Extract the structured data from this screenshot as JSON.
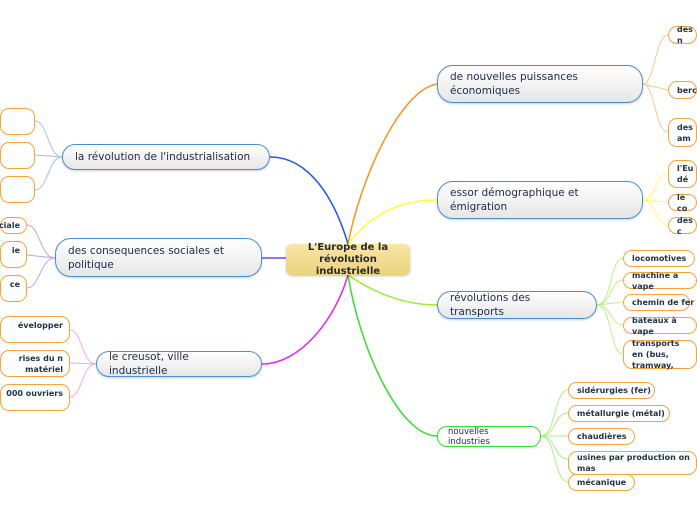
{
  "center": {
    "line1": "L'Europe de la",
    "line2": "révolution industrielle"
  },
  "right": [
    {
      "label": "de nouvelles puissances économiques",
      "leaves": [
        "des n",
        "berc",
        "des am"
      ]
    },
    {
      "label": "essor démographique et émigration",
      "leaves": [
        "l'Eu dé",
        "le co",
        "des c"
      ]
    },
    {
      "label": "révolutions des transports",
      "leaves": [
        "locomotives",
        "machine a vape",
        "chemin de fer",
        "bateaux à vape",
        "transports en (bus, tramway,"
      ]
    },
    {
      "label": "nouvelles industries",
      "leaves": [
        "sidérurgies (fer)",
        "métallurgie (métal)",
        "chaudières",
        "usines par production on mas",
        "mécanique"
      ]
    }
  ],
  "left": [
    {
      "label": "la révolution de l'industrialisation",
      "leaves": [
        "",
        "",
        ""
      ]
    },
    {
      "label": "des consequences sociales et politique",
      "leaves": [
        "ciale",
        "ie",
        "ce"
      ]
    },
    {
      "label": "le creusot, ville industrielle",
      "leaves": [
        "évelopper",
        "rises du n matériel",
        "000 ouvriers"
      ]
    }
  ],
  "colors": {
    "orange": "#f7941d",
    "yellow": "#ffff33",
    "lightgreen": "#99ee33",
    "green": "#33dd33",
    "magenta": "#ee22ee",
    "purple": "#7744ee",
    "blue": "#2255ee"
  }
}
